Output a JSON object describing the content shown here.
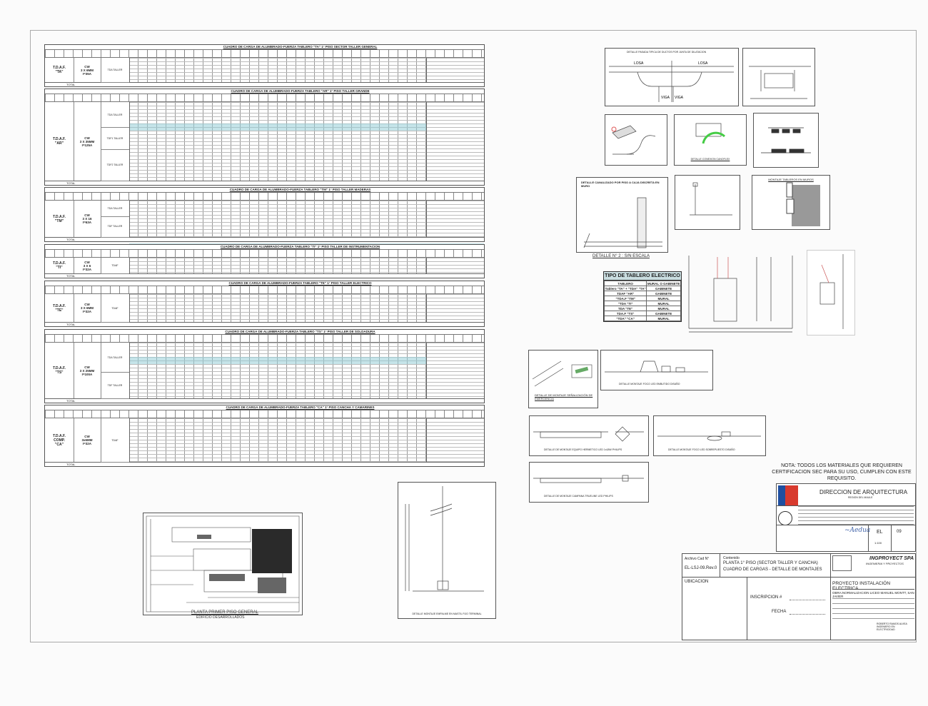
{
  "schedules": [
    {
      "title": "CUADRO DE CARGA DE ALUMBRADO-FUERZA TABLERO \"TA\" 1° PISO SECTOR TALLER GENERAL",
      "tablero": "T.D.A.F.\n\"TA\"",
      "cable": "CW\n3 X 6MM\nI=35A",
      "subs": [
        "TDA\nTALLER"
      ],
      "total_label": "TOTAL"
    },
    {
      "title": "CUADRO DE CARGA DE ALUMBRADO-FUERZA TABLERO \"AR\" 1° PISO TALLER GRANDE",
      "tablero": "T.D.A.F.\n\"AR\"",
      "cable": "CW\n3 X 35MM\nI=125A",
      "subs": [
        "TDA\nTALLER",
        "TDF1\nTALLER",
        "TDF2\nTALLER"
      ],
      "total_label": "TOTAL"
    },
    {
      "title": "CUADRO DE CARGA DE ALUMBRADO-FUERZA TABLERO \"TM\" 1° PISO TALLER MADERAS",
      "tablero": "T.D.A.F.\n\"TM\"",
      "cable": "CW\n3 X 16\nI=63A",
      "subs": [
        "TDA\nTALLER",
        "TDF\nTALLER"
      ],
      "total_label": "TOTAL"
    },
    {
      "title": "CUADRO DE CARGA DE ALUMBRADO-FUERZA TABLERO \"TI\" 1° PISO TALLER DE INSTRUMENTACION",
      "tablero": "T.D.A.F.\n\"TI\"",
      "cable": "CW\n3 X 6\nI=32A",
      "subs": [
        "TDAF"
      ],
      "total_label": "TOTAL"
    },
    {
      "title": "CUADRO DE CARGA DE ALUMBRADO-FUERZA TABLERO \"TE\" 1° PISO TALLER ELECTRICO",
      "tablero": "T.D.A.F.\n\"TE\"",
      "cable": "CW\n3 X 6MM\nI=32A",
      "subs": [
        "TDAF"
      ],
      "total_label": "TOTAL"
    },
    {
      "title": "CUADRO DE CARGA DE ALUMBRADO-FUERZA TABLERO \"TS\" 1° PISO TALLER DE SOLDADURA",
      "tablero": "T.D.A.F.\n\"TS\"",
      "cable": "CW\n3 X 25MM\nI=100A",
      "subs": [
        "TDA\nTALLER",
        "TDF\nTALLER"
      ],
      "total_label": "TOTAL"
    },
    {
      "title": "CUADRO DE CARGA DE ALUMBRADO-FUERZA TABLERO \"CA\" 1° PISO CANCHA Y CAMARINES",
      "tablero": "T.D.A.F.\nCOMP.\n\"CA\"",
      "cable": "CW\n3x6MM\nI=32A",
      "subs": [
        "TDAF"
      ],
      "total_label": "TOTAL"
    }
  ],
  "tipo_tablero": {
    "title": "TIPO DE TABLERO ELECTRICO",
    "headers": [
      "TABLERO",
      "MURAL O GABINETE"
    ],
    "rows": [
      [
        "Tablero \"TA\" + \"TDA\" \"TA\"",
        "GABINETE"
      ],
      [
        "TDAF \"AR\"",
        "GABINETE"
      ],
      [
        "\"TDA.F \"TM\"",
        "MURAL"
      ],
      [
        "\"TDA \"TI\"",
        "MURAL"
      ],
      [
        "TDA \"TE\"",
        "MURAL"
      ],
      [
        "TDA.F \"TS\"",
        "GABINETE"
      ],
      [
        "\"TDA\" \"CA\"",
        "MURAL"
      ]
    ]
  },
  "details": {
    "losa": "DETALLE PASADA TIPICA DE DUCTOS POR JUNTA DE DILATACION",
    "losa_labels": [
      "LOSA",
      "LOSA",
      "VIGA",
      "VIGA"
    ],
    "conexion": "DETALLE CONEXION CANOFLEX",
    "bandeja": "DETALLE CANALIZADO POR PISO A CAJA DISCRETA EN MURO",
    "detalle2": "DETALLE N° 2 : S/N ESCALA",
    "montaje_tableros": "MONTAJE TABLEROS EN MUROS",
    "emergencia": "DETALLE DE MONTAJE SEÑALIZACIÓN DE EMERGENCIA",
    "foco_embutido": "DETALLE MONTAJE FOCO LED EMBUTIDO DISAÑO",
    "hermetico": "DETALLE DE MONTAJE EQUIPO HERMETICO LED 1x18W PHILIPS",
    "foco_sobrepuesto": "DETALLE MONTAJE FOCO LED SOBREPUESTO DISAÑO",
    "campana": "DETALLE DE MONTAJE CAMPANA TRUELINE LED PHILIPS",
    "poste": "DETALLE MONTAJE EMPALME EN MASTIL FIJO TERMINAL"
  },
  "plan": {
    "title": "PLANTA PRIMER PISO GENERAL",
    "subtitle": "EDIFICIO DESARROLLADOS"
  },
  "nota": "NOTA: TODOS LOS MATERIALES QUE REQUIEREN CERTIFICACION SEC PARA SU USO, CUMPLEN CON ESTE REQUISITO.",
  "title_block": {
    "institution": "DIRECCION DE ARQUITECTURA",
    "region": "REGION DEL MAULE",
    "especialidad": "EL",
    "lamina": "09",
    "escala": "1:100",
    "archivo_label": "Archivo Cad N°",
    "archivo": "EL-LSJ-09.Rev.0",
    "contenido_label": "Contenido",
    "contenido_1": "PLANTA 1° PISO (SECTOR TALLER Y CANCHA)",
    "contenido_2": "CUADRO DE CARGAS - DETALLE DE MONTAJES",
    "company": "INGPROYECT SPA",
    "company_sub": "INGENIERIA Y PROYECTOS",
    "proyecto": "PROYECTO INSTALACIÓN ELECTRICA",
    "obra": "OBRA:NORMALIZACION LICEO MANUEL MONTT, SAN JAVIER",
    "ubicacion": "UBICACION",
    "inscripcion": "INSCRIPCION #",
    "fecha": "FECHA",
    "revisado": "ROBERTO RAMOS ALVEA INGENIERO EN ELECTRICIDAD"
  },
  "colors": {
    "highlight": "#96cdd7",
    "chile_blue": "#1f4fa0",
    "chile_red": "#d83a2e"
  }
}
